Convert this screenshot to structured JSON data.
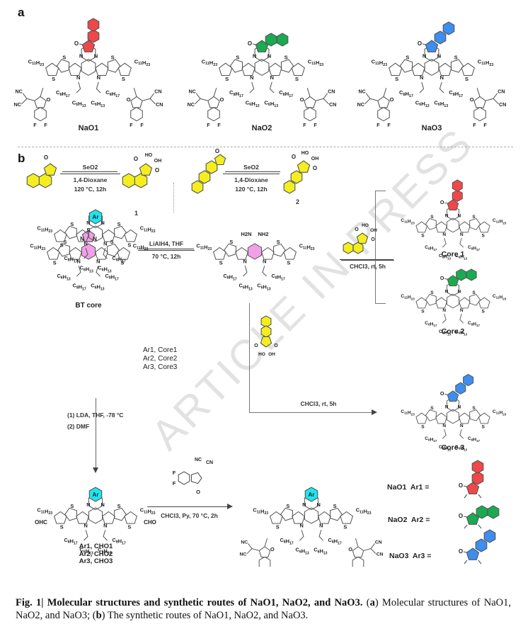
{
  "panel_a": {
    "label": "a",
    "molecules": [
      {
        "name": "NaO1",
        "color": "#f04848"
      },
      {
        "name": "NaO2",
        "color": "#1aaa50"
      },
      {
        "name": "NaO3",
        "color": "#3c8ef0"
      }
    ],
    "substituents": {
      "c11": "C11H23",
      "c8": "C8H17",
      "c6": "C6H13",
      "nc": "NC",
      "cn": "CN",
      "o": "O",
      "f": "F",
      "s": "S",
      "n": "N"
    }
  },
  "panel_b": {
    "label": "b",
    "step1": {
      "reagent": "SeO2",
      "solvent": "1,4-Dioxane",
      "conditions": "120 °C, 12h",
      "product": "1"
    },
    "step2": {
      "reagent": "SeO2",
      "solvent": "1,4-Dioxane",
      "conditions": "120 °C, 12h",
      "product": "2"
    },
    "bt_core": {
      "label": "BT core"
    },
    "reduction": {
      "reagent": "LiAlH4, THF",
      "conditions": "70 °C, 12h"
    },
    "diamine": {
      "nh2_left": "H2N",
      "nh2_right": "NH2"
    },
    "condensation_1": {
      "conditions": "CHCl3, rt, 5h"
    },
    "condensation_3": {
      "conditions": "CHCl3, rt, 5h"
    },
    "cores": [
      {
        "label": "Core 1",
        "color": "#f04848"
      },
      {
        "label": "Core 2",
        "color": "#1aaa50"
      },
      {
        "label": "Core 3",
        "color": "#3c8ef0"
      }
    ],
    "generic_core": {
      "ar_label": "Ar",
      "list": [
        "Ar1, Core1",
        "Ar2, Core2",
        "Ar3, Core3"
      ]
    },
    "formylation": {
      "step1": "(1) LDA, THF, -78 °C",
      "step2": "(2) DMF"
    },
    "aldehyde": {
      "cho": "CHO",
      "ohc": "OHC",
      "list": [
        "Ar1, CHO1",
        "Ar2, CHO2",
        "Ar3, CHO3"
      ]
    },
    "knoevenagel": {
      "conditions": "CHCl3, Py, 70 °C, 2h"
    },
    "ar_definitions": [
      {
        "label": "NaO1  Ar1 =",
        "color": "#f04848"
      },
      {
        "label": "NaO2  Ar2 =",
        "color": "#1aaa50"
      },
      {
        "label": "NaO3  Ar3 =",
        "color": "#3c8ef0"
      }
    ],
    "colors": {
      "yellow": "#f5ee1e",
      "pink": "#f0a0e6",
      "cyan": "#1ce6f0"
    }
  },
  "watermark": "ARTICLE IN PRESS",
  "caption": {
    "bold": "Fig. 1| Molecular structures and synthetic routes of NaO1, NaO2, and NaO3.",
    "a_open": "(",
    "a_letter": "a",
    "a_text": ") Molecular structures of NaO1, NaO2, and NaO3; (",
    "b_letter": "b",
    "b_text": ") The synthetic routes of NaO1, NaO2, and NaO3."
  }
}
